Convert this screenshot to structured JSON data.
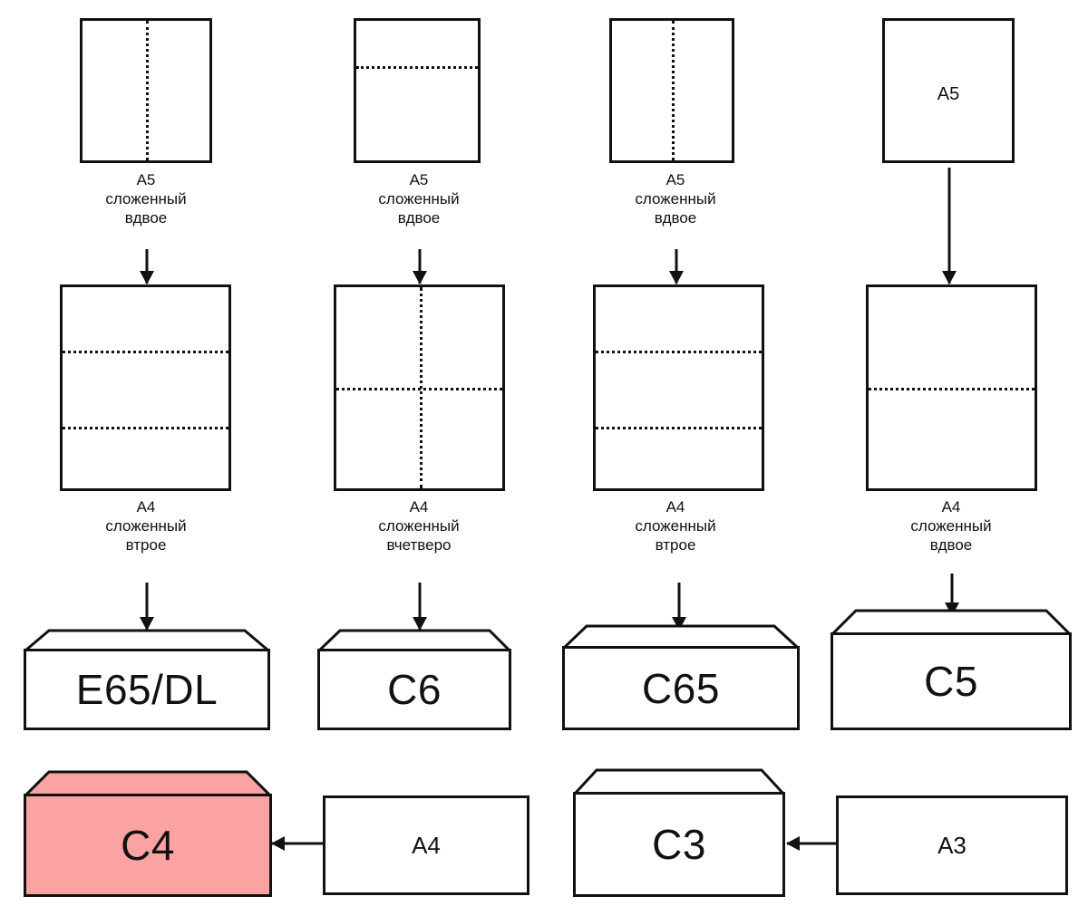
{
  "diagram": {
    "title": "Envelope format selection chart",
    "language": "ru",
    "highlight_color": "#FBA3A3",
    "line_color": "#111111",
    "background": "#FFFFFF"
  },
  "row1": {
    "sheets": [
      {
        "name": "a5-fold-half-vertical",
        "inner_label": "",
        "fold": "vertical-center"
      },
      {
        "name": "a5-fold-half-horizontal",
        "inner_label": "",
        "fold": "horizontal-third"
      },
      {
        "name": "a5-fold-half-vertical-2",
        "inner_label": "",
        "fold": "vertical-center"
      },
      {
        "name": "a5-plain",
        "inner_label": "A5",
        "fold": "none"
      }
    ],
    "captions": [
      {
        "line1": "A5",
        "line2": "сложенный",
        "line3": "вдвое"
      },
      {
        "line1": "A5",
        "line2": "сложенный",
        "line3": "вдвое"
      },
      {
        "line1": "A5",
        "line2": "сложенный",
        "line3": "вдвое"
      },
      {
        "line1": "",
        "line2": "",
        "line3": ""
      }
    ]
  },
  "row2": {
    "sheets": [
      {
        "name": "a4-fold-thirds",
        "fold": "horizontal-thirds"
      },
      {
        "name": "a4-fold-quarters",
        "fold": "cross"
      },
      {
        "name": "a4-fold-thirds-2",
        "fold": "horizontal-thirds"
      },
      {
        "name": "a4-fold-half",
        "fold": "horizontal-half"
      }
    ],
    "captions": [
      {
        "line1": "A4",
        "line2": "сложенный",
        "line3": "втрое"
      },
      {
        "line1": "A4",
        "line2": "сложенный",
        "line3": "вчетверо"
      },
      {
        "line1": "A4",
        "line2": "сложенный",
        "line3": "втрое"
      },
      {
        "line1": "A4",
        "line2": "сложенный",
        "line3": "вдвое"
      }
    ]
  },
  "row3": {
    "envelopes": [
      {
        "name": "envelope-e65-dl",
        "label": "E65/DL",
        "highlighted": false
      },
      {
        "name": "envelope-c6",
        "label": "C6",
        "highlighted": false
      },
      {
        "name": "envelope-c65",
        "label": "C65",
        "highlighted": false
      },
      {
        "name": "envelope-c5",
        "label": "C5",
        "highlighted": false
      }
    ]
  },
  "row4": {
    "items": [
      {
        "name": "envelope-c4",
        "label": "C4",
        "type": "envelope",
        "highlighted": true
      },
      {
        "name": "paper-a4",
        "label": "A4",
        "type": "box",
        "highlighted": false
      },
      {
        "name": "envelope-c3",
        "label": "C3",
        "type": "envelope",
        "highlighted": false
      },
      {
        "name": "paper-a3",
        "label": "A3",
        "type": "box",
        "highlighted": false
      }
    ]
  }
}
